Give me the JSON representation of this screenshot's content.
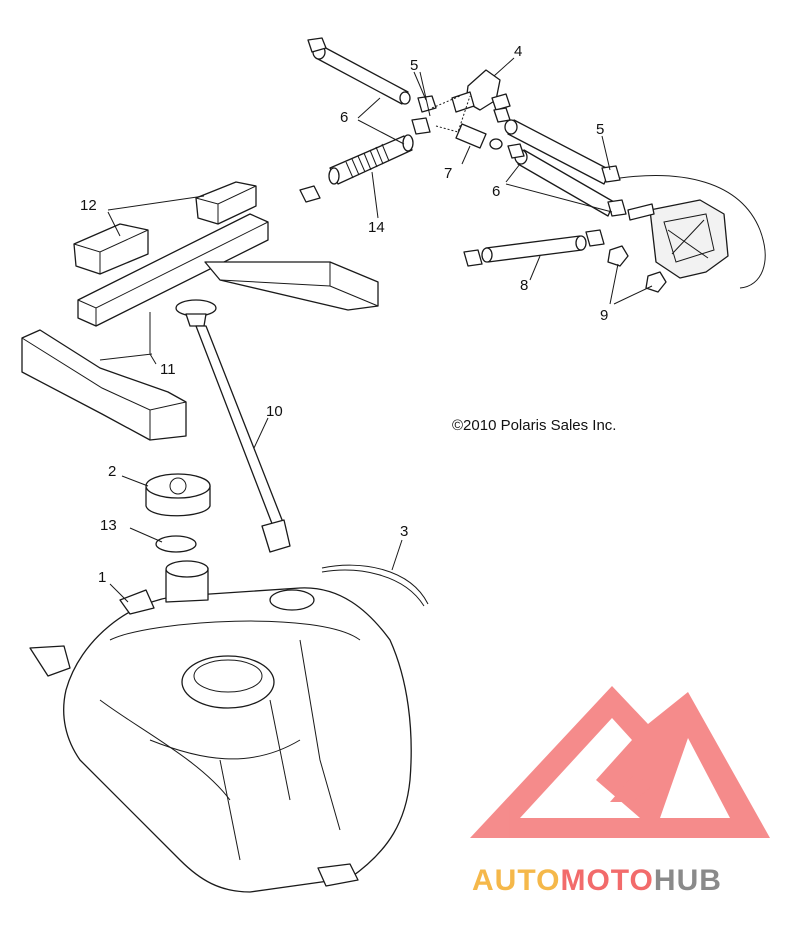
{
  "diagram": {
    "copyright": "©2010 Polaris Sales Inc.",
    "callouts": {
      "c1": "1",
      "c2": "2",
      "c3": "3",
      "c4": "4",
      "c5a": "5",
      "c5b": "5",
      "c6a": "6",
      "c6b": "6",
      "c7": "7",
      "c8": "8",
      "c9": "9",
      "c10": "10",
      "c11": "11",
      "c12": "12",
      "c13": "13",
      "c14": "14"
    }
  },
  "watermark": {
    "word_part1": "AUTO",
    "word_part2": "MOTO",
    "word_part3": "HUB",
    "color_part1": "#f5b84a",
    "color_part2": "#f26b6b",
    "color_part3": "#8a8a8a",
    "logo_color": "#f47f7f"
  }
}
